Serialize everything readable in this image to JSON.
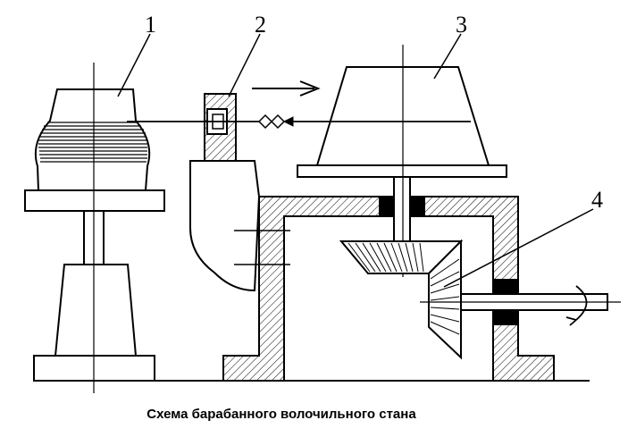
{
  "caption": "Схема барабанного волочильного стана",
  "labels": {
    "l1": "1",
    "l2": "2",
    "l3": "3",
    "l4": "4"
  },
  "colors": {
    "line": "#000000",
    "background": "#ffffff"
  }
}
